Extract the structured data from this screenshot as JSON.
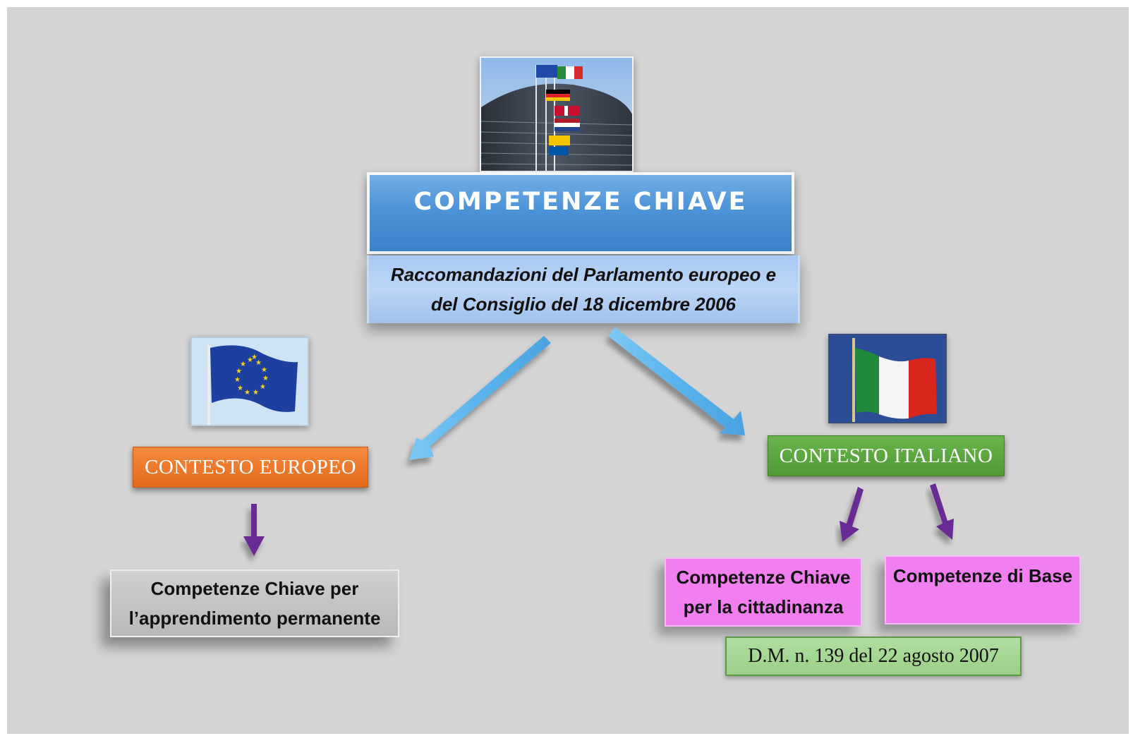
{
  "title": "COMPETENZE CHIAVE",
  "subtitle": {
    "line1": "Raccomandazioni del Parlamento europeo e",
    "line2": "del Consiglio del 18 dicembre 2006"
  },
  "left": {
    "context_label": "CONTESTO  EUROPEO",
    "outcome": {
      "line1": "Competenze Chiave per",
      "line2": "l’apprendimento permanente"
    }
  },
  "right": {
    "context_label": "CONTESTO  ITALIANO",
    "outcome_a": {
      "line1": "Competenze Chiave",
      "line2": "per la cittadinanza"
    },
    "outcome_b": "Competenze di Base",
    "decree": "D.M. n. 139 del 22 agosto 2007"
  },
  "colors": {
    "title_blue": "#4d93d7",
    "subtitle_blue": "#b3cff4",
    "orange": "#e8722a",
    "green": "#5ba63f",
    "pink": "#f27ff0",
    "gray": "#c4c4c4",
    "arrow_blue": "#5ab3ec",
    "arrow_purple": "#6b2c93"
  },
  "icons": [
    "parliament-photo",
    "eu-flag-icon",
    "italian-flag-icon",
    "arrow-icon"
  ]
}
